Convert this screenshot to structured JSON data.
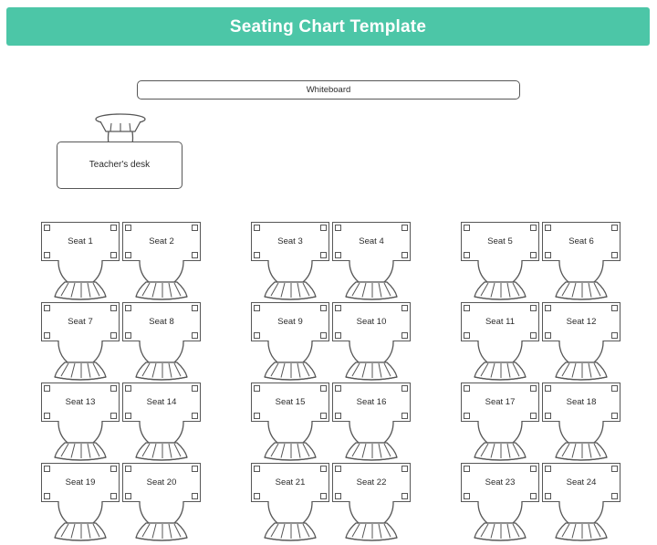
{
  "header": {
    "title": "Seating Chart Template",
    "accent_color": "#4cc6a7",
    "title_color": "#ffffff"
  },
  "room": {
    "whiteboard": {
      "label": "Whiteboard"
    },
    "teacher": {
      "label": "Teacher's desk",
      "icon": "chair-icon"
    },
    "outline_color": "#575757",
    "text_color": "#2b2b2b"
  },
  "seating": {
    "rows": 4,
    "groups_per_row": 3,
    "seats_per_group": 2,
    "total_seats": 24,
    "seats": [
      {
        "label": "Seat 1",
        "col": 0,
        "row": 0
      },
      {
        "label": "Seat 2",
        "col": 1,
        "row": 0
      },
      {
        "label": "Seat 3",
        "col": 2,
        "row": 0
      },
      {
        "label": "Seat 4",
        "col": 3,
        "row": 0
      },
      {
        "label": "Seat 5",
        "col": 4,
        "row": 0
      },
      {
        "label": "Seat 6",
        "col": 5,
        "row": 0
      },
      {
        "label": "Seat 7",
        "col": 0,
        "row": 1
      },
      {
        "label": "Seat 8",
        "col": 1,
        "row": 1
      },
      {
        "label": "Seat 9",
        "col": 2,
        "row": 1
      },
      {
        "label": "Seat 10",
        "col": 3,
        "row": 1
      },
      {
        "label": "Seat 11",
        "col": 4,
        "row": 1
      },
      {
        "label": "Seat 12",
        "col": 5,
        "row": 1
      },
      {
        "label": "Seat 13",
        "col": 0,
        "row": 2
      },
      {
        "label": "Seat 14",
        "col": 1,
        "row": 2
      },
      {
        "label": "Seat 15",
        "col": 2,
        "row": 2
      },
      {
        "label": "Seat 16",
        "col": 3,
        "row": 2
      },
      {
        "label": "Seat 17",
        "col": 4,
        "row": 2
      },
      {
        "label": "Seat 18",
        "col": 5,
        "row": 2
      },
      {
        "label": "Seat 19",
        "col": 0,
        "row": 3
      },
      {
        "label": "Seat 20",
        "col": 1,
        "row": 3
      },
      {
        "label": "Seat 21",
        "col": 2,
        "row": 3
      },
      {
        "label": "Seat 22",
        "col": 3,
        "row": 3
      },
      {
        "label": "Seat 23",
        "col": 4,
        "row": 3
      },
      {
        "label": "Seat 24",
        "col": 5,
        "row": 3
      }
    ]
  }
}
